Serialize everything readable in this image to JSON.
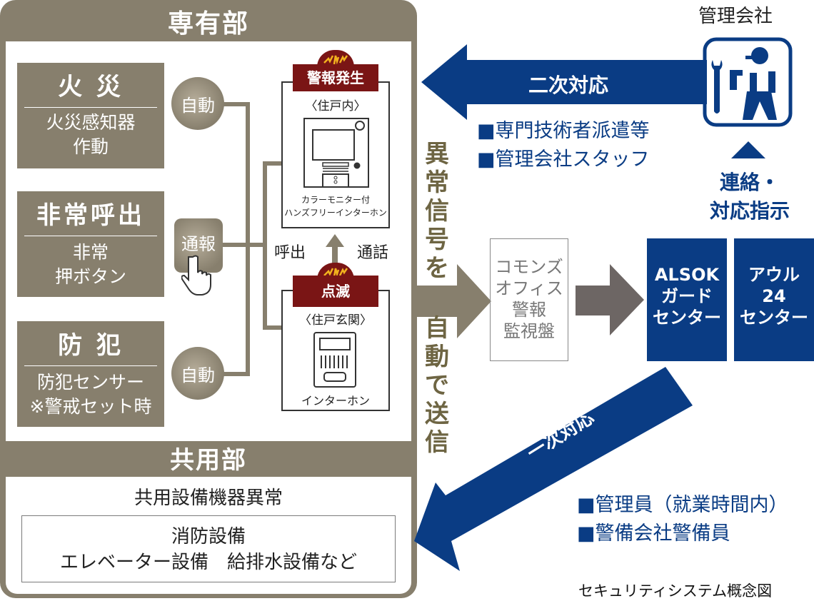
{
  "private_section": {
    "title": "専有部",
    "categories": [
      {
        "heading": "火 災",
        "detail_lines": [
          "火災感知器",
          "作動"
        ],
        "trigger": "自動"
      },
      {
        "heading": "非常呼出",
        "detail_lines": [
          "非常",
          "押ボタン"
        ],
        "trigger": "通報"
      },
      {
        "heading": "防 犯",
        "detail_lines": [
          "防犯センサー",
          "※警戒セット時"
        ],
        "trigger": "自動"
      }
    ],
    "indoor_device": {
      "badge": "警報発生",
      "location": "〈住戸内〉",
      "caption_lines": [
        "カラーモニター付",
        "ハンズフリーインターホン"
      ]
    },
    "entrance_device": {
      "badge": "点滅",
      "location": "〈住戸玄関〉",
      "caption": "インターホン"
    },
    "call_label": "呼出",
    "talk_label": "通話"
  },
  "common_section": {
    "title": "共用部",
    "subtitle": "共用設備機器異常",
    "equipment_lines": [
      "消防設備",
      "エレベーター設備　給排水設備など"
    ]
  },
  "signal_label_top": [
    "異",
    "常",
    "信",
    "号",
    "を"
  ],
  "signal_label_bottom": [
    "自",
    "動",
    "で",
    "送",
    "信"
  ],
  "monitor_panel_lines": [
    "コモンズ",
    "オフィス",
    "警報",
    "監視盤"
  ],
  "centers": [
    {
      "lines": [
        "ALSOK",
        "ガード",
        "センター"
      ]
    },
    {
      "lines": [
        "アウル",
        "24",
        "センター"
      ]
    }
  ],
  "management": {
    "title": "管理会社",
    "contact_lines": [
      "連絡・",
      "対応指示"
    ],
    "icon": "worker-with-wrench-icon"
  },
  "secondary_response": {
    "label": "二次対応",
    "items": [
      "■専門技術者派遣等",
      "■管理会社スタッフ"
    ]
  },
  "primary_response": {
    "label": "一次対応",
    "items": [
      "■管理員（就業時間内）",
      "■警備会社警備員"
    ]
  },
  "caption": "セキュリティシステム概念図",
  "colors": {
    "brown": "#877f6d",
    "navy": "#0a3c84",
    "alarm_red": "#7a1515",
    "olive_text": "#6e6543"
  }
}
